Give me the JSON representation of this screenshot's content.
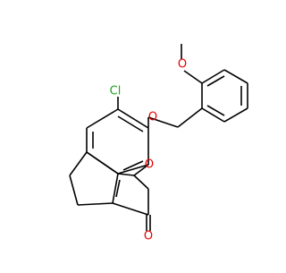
{
  "molecule": {
    "atom_labels": {
      "chlorine": "Cl",
      "ether_oxygen": "O",
      "methoxy_oxygen": "O",
      "ring_oxygen": "O",
      "carbonyl_oxygen": "O"
    },
    "colors": {
      "bond": "#000000",
      "chlorine": "#1fa31f",
      "oxygen": "#e60000"
    }
  }
}
